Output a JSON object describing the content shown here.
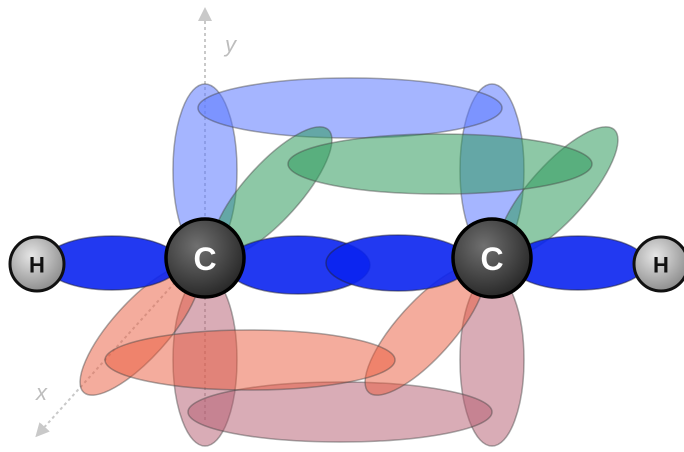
{
  "axes": {
    "x_label": "x",
    "y_label": "y"
  },
  "atoms": {
    "h_left": "H",
    "c_left": "C",
    "c_right": "C",
    "h_right": "H"
  },
  "colors": {
    "sigma_bond": "#0a24f0",
    "pi_y_top": "#5b78ff",
    "pi_z_top": "#2f9a5c",
    "pi_z_bottom": "#ea5a3c",
    "pi_y_bottom": "#b35a6e",
    "carbon": "#4d4d4d",
    "hydrogen": "#b3b3b3",
    "axis": "#c9c9c9"
  }
}
